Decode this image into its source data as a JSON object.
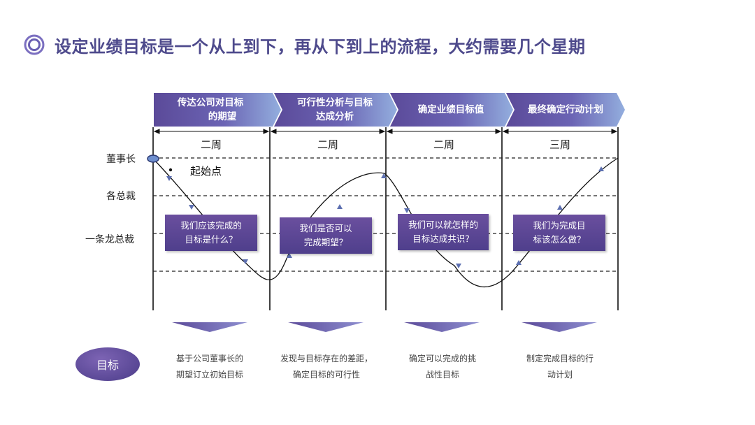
{
  "title": "设定业绩目标是一个从上到下，再从下到上的流程，大约需要几个星期",
  "phases": [
    {
      "label_line1": "传达公司对目标",
      "label_line2": "的期望",
      "duration": "二周",
      "question_line1": "我们应该完成的",
      "question_line2": "目标是什么？",
      "desc_line1": "基于公司董事长的",
      "desc_line2": "期望订立初始目标"
    },
    {
      "label_line1": "可行性分析与目标",
      "label_line2": "达成分析",
      "duration": "二周",
      "question_line1": "我们是否可以",
      "question_line2": "完成期望？",
      "desc_line1": "发现与目标存在的差距，",
      "desc_line2": "确定目标的可行性"
    },
    {
      "label_line1": "确定业绩目标值",
      "label_line2": "",
      "duration": "二周",
      "question_line1": "我们可以就怎样的",
      "question_line2": "目标达成共识？",
      "desc_line1": "确定可以完成的挑",
      "desc_line2": "战性目标"
    },
    {
      "label_line1": "最终确定行动计划",
      "label_line2": "",
      "duration": "三周",
      "question_line1": "我们为完成目",
      "question_line2": "标该怎么做？",
      "desc_line1": "制定完成目标的行",
      "desc_line2": "动计划"
    }
  ],
  "rows": {
    "chairman": "董事长",
    "presidents": "各总裁",
    "line_presidents": "一条龙总裁"
  },
  "start_point": "起始点",
  "goal_label": "目标",
  "colors": {
    "accent": "#4e4a8c",
    "chevron_dark": "#5b4a99",
    "chevron_light": "#8ba1d8"
  }
}
